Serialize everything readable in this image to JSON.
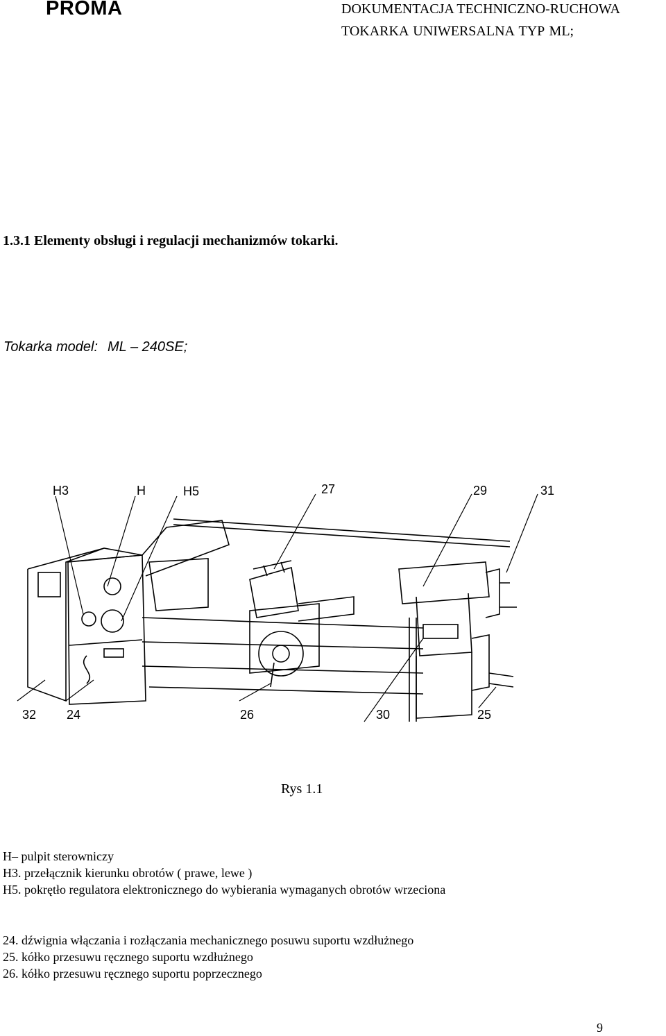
{
  "header": {
    "logo": "PROMA",
    "title_line1": "DOKUMENTACJA TECHNICZNO-RUCHOWA",
    "title_line2": "TOKARKA UNIWERSALNA TYP ML;"
  },
  "section_title": "1.3.1 Elementy obsługi i regulacji mechanizmów tokarki.",
  "model": {
    "label": "Tokarka model:",
    "value": "ML – 240SE;"
  },
  "figure": {
    "callouts_top": [
      "H3",
      "H",
      "H5",
      "27",
      "29",
      "31"
    ],
    "callouts_bottom": [
      "32",
      "24",
      "26",
      "30",
      "25"
    ],
    "caption": "Rys 1.1"
  },
  "legend": [
    "H– pulpit sterowniczy",
    "H3. przełącznik kierunku obrotów ( prawe, lewe )",
    "H5. pokrętło regulatora elektronicznego do wybierania wymaganych obrotów wrzeciona",
    "24. dźwignia włączania i rozłączania mechanicznego posuwu suportu wzdłużnego",
    "25. kółko przesuwu ręcznego suportu wzdłużnego",
    "26. kółko przesuwu ręcznego suportu poprzecznego"
  ],
  "page_number": "9"
}
